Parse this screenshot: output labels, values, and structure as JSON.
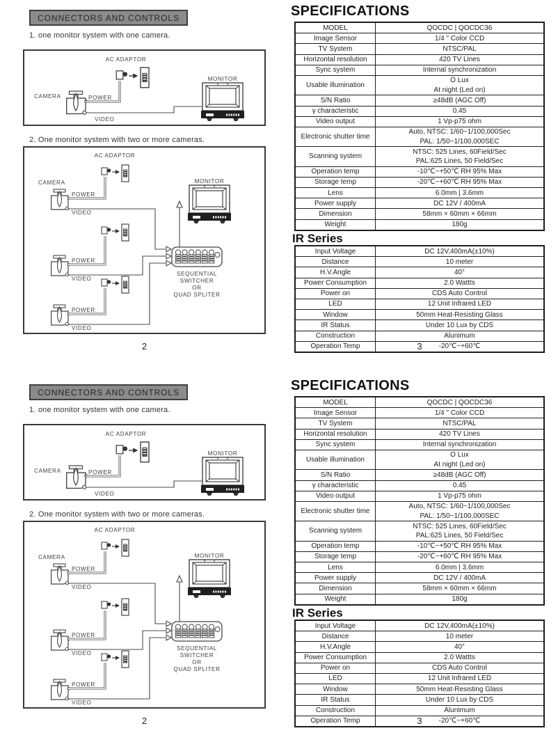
{
  "sheet": {
    "left": {
      "header_label": "CONNECTORS AND CONTROLS",
      "item1": "1.  one monitor system with one camera.",
      "item2": "2.  One monitor system with two or more cameras.",
      "page_number": "2",
      "diagram": {
        "camera": "CAMERA",
        "power": "POWER",
        "video": "VIDEO",
        "ac_adaptor": "AC ADAPTOR",
        "monitor": "MONITOR",
        "switcher_line1": "SEQUENTIAL",
        "switcher_line2": "SWITCHER",
        "switcher_line3": "OR",
        "switcher_line4": "QUAD SPLITER"
      }
    },
    "right": {
      "title": "SPECIFICATIONS",
      "ir_title": "IR Series",
      "page_number": "3",
      "spec_rows": [
        {
          "label": "MODEL",
          "value": "QOCDC  |  QOCDC36"
        },
        {
          "label": "Image Sensor",
          "value": "1/4 \"  Color CCD"
        },
        {
          "label": "TV System",
          "value": "NTSC/PAL"
        },
        {
          "label": "Horizontal resolution",
          "value": "420 TV Lines"
        },
        {
          "label": "Sync system",
          "value": "Internal synchronization"
        },
        {
          "label": "Usable illumination",
          "value": "O  Lux\nAt night (Led on)"
        },
        {
          "label": "S/N Ratio",
          "value": "≥48dB (AGC Off)"
        },
        {
          "label": "γ characteristic",
          "value": "0.45"
        },
        {
          "label": "Video output",
          "value": "1 Vp-p75 ohm"
        },
        {
          "label": "Electronic shutter time",
          "value": "Auto, NTSC:  1/60~1/100,000Sec\nPAL:  1/50~1/100,000SEC"
        },
        {
          "label": "Scanning system",
          "value": "NTSC: 525 Lines, 60Field/Sec\nPAL:625 Lines, 50 Field/Sec"
        },
        {
          "label": "Operation temp",
          "value": "-10℃~+50℃  RH 95% Max"
        },
        {
          "label": "Storage temp",
          "value": "-20℃~+60℃  RH 95% Max"
        },
        {
          "label": "Lens",
          "value": "6.0mm  |  3.6mm"
        },
        {
          "label": "Power supply",
          "value": "DC 12V / 400mA"
        },
        {
          "label": "Dimension",
          "value": "58mm × 60mm × 66mm"
        },
        {
          "label": "Weight",
          "value": "180g"
        }
      ],
      "ir_rows": [
        {
          "label": "Input Voltage",
          "value": "DC 12V,400mA(±10%)"
        },
        {
          "label": "Distance",
          "value": "10 meter"
        },
        {
          "label": "H.V.Angle",
          "value": "40°"
        },
        {
          "label": "Power Consumption",
          "value": "2.0 Wattts"
        },
        {
          "label": "Power on",
          "value": "CDS Auto Control"
        },
        {
          "label": "LED",
          "value": "12 Unit Infrared LED"
        },
        {
          "label": "Window",
          "value": "50mm Heat-Resisting Glass"
        },
        {
          "label": "IR Status",
          "value": "Under 10 Lux by CDS"
        },
        {
          "label": "Construction",
          "value": "Alunimum"
        },
        {
          "label": "Operation Temp",
          "value": "-20℃~+60℃"
        }
      ]
    }
  }
}
